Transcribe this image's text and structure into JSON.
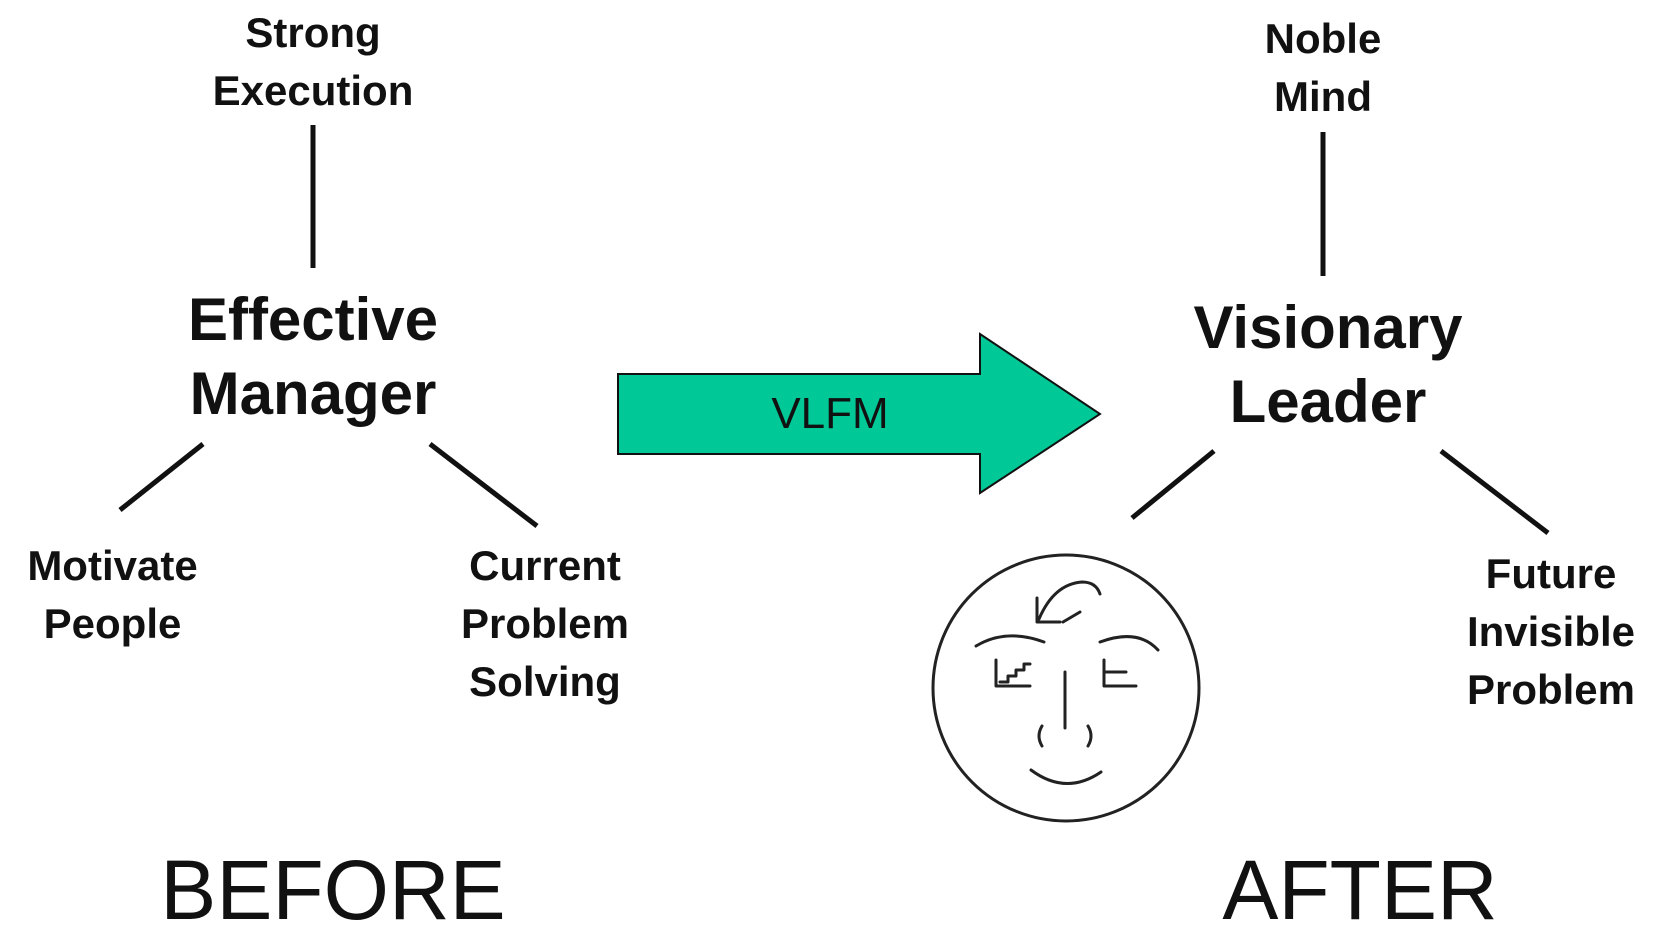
{
  "before": {
    "top": [
      "Strong",
      "Execution"
    ],
    "center": [
      "Effective",
      "Manager"
    ],
    "left": [
      "Motivate",
      "People"
    ],
    "right": [
      "Current",
      "Problem",
      "Solving"
    ],
    "caption": "BEFORE"
  },
  "transition": {
    "label": "VLFM",
    "arrow_color": "#00C896"
  },
  "after": {
    "top": [
      "Noble",
      "Mind"
    ],
    "center": [
      "Visionary",
      "Leader"
    ],
    "right": [
      "Future",
      "Invisible",
      "Problem"
    ],
    "left_icon": "face-icon",
    "caption": "AFTER"
  }
}
